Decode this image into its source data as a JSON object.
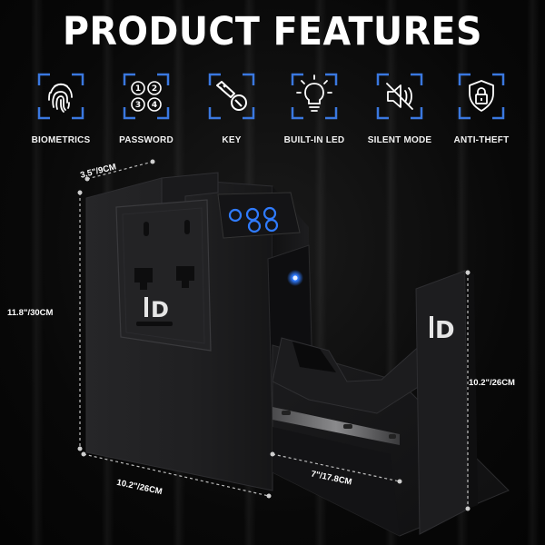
{
  "title": "PRODUCT FEATURES",
  "features": [
    {
      "label": "BIOMETRICS",
      "icon": "fingerprint-icon"
    },
    {
      "label": "PASSWORD",
      "icon": "keypad-icon",
      "keys": [
        "1",
        "2",
        "3",
        "4"
      ]
    },
    {
      "label": "KEY",
      "icon": "key-icon"
    },
    {
      "label": "BUILT-IN LED",
      "icon": "lightbulb-icon"
    },
    {
      "label": "SILENT MODE",
      "icon": "speaker-mute-icon"
    },
    {
      "label": "ANTI-THEFT",
      "icon": "shield-lock-icon"
    }
  ],
  "dimensions": {
    "depth": "3.5\"/9CM",
    "height": "11.8\"/30CM",
    "width": "10.2\"/26CM",
    "drawer_length": "7\"/17.8CM",
    "drawer_height": "10.2\"/26CM"
  },
  "brand_mark": "D",
  "colors": {
    "accent_blue": "#2f7bff",
    "icon_border": "#3a78e0",
    "body_dark": "#1b1b1d"
  }
}
